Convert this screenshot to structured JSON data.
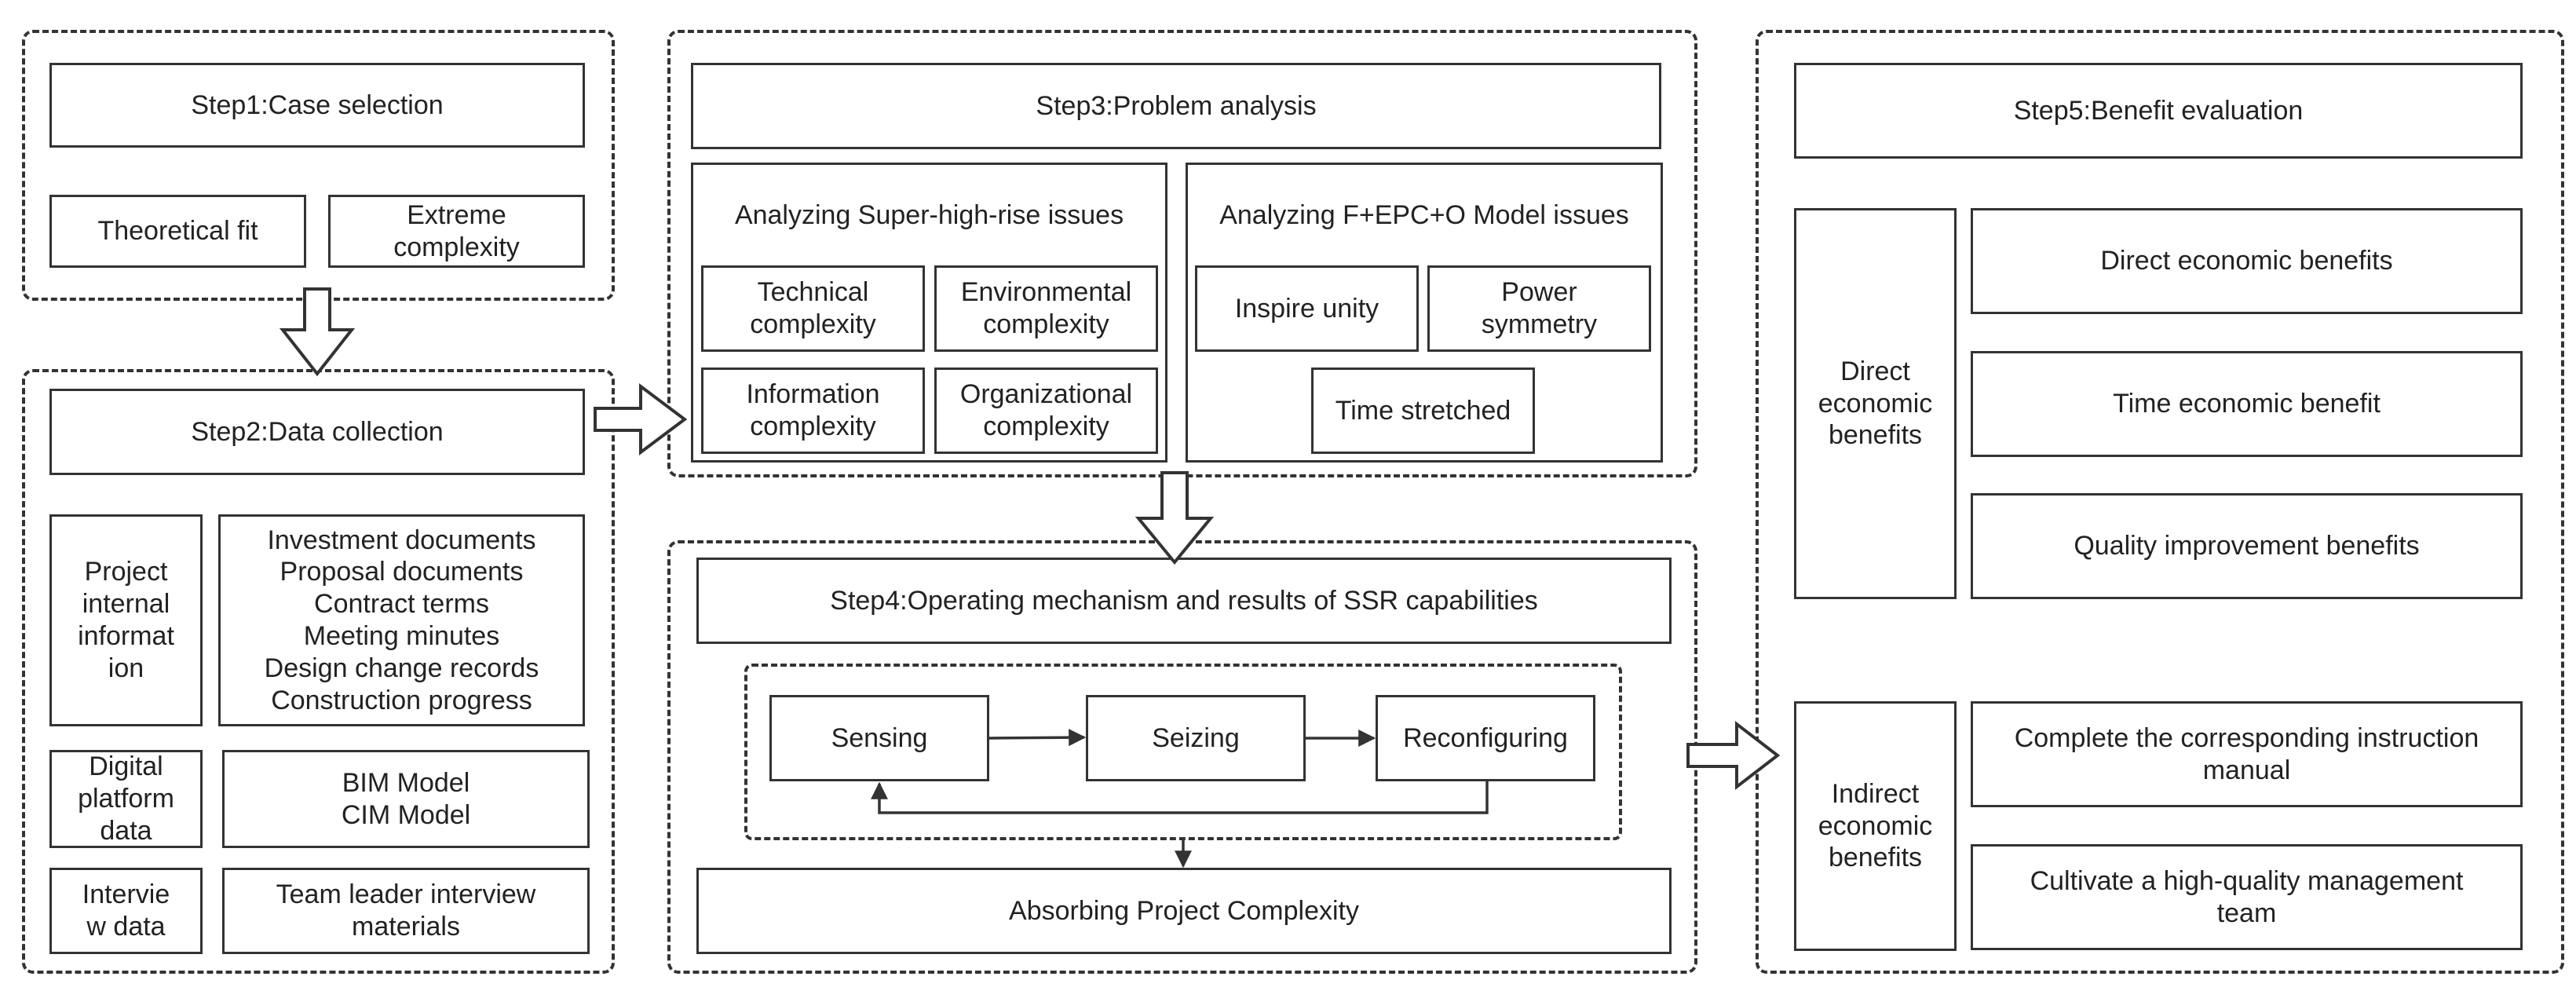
{
  "step1": {
    "title": "Step1:Case selection",
    "items": [
      "Theoretical fit",
      "Extreme\ncomplexity"
    ]
  },
  "step2": {
    "title": "Step2:Data collection",
    "rows": [
      {
        "label": "Project\ninternal\ninformat\nion",
        "content": "Investment documents\nProposal documents\nContract terms\nMeeting minutes\nDesign change records\nConstruction progress"
      },
      {
        "label": "Digital\nplatform\ndata",
        "content": "BIM Model\nCIM Model"
      },
      {
        "label": "Intervie\nw data",
        "content": "Team leader interview\nmaterials"
      }
    ]
  },
  "step3": {
    "title": "Step3:Problem analysis",
    "left": {
      "title": "Analyzing Super-high-rise issues",
      "items": [
        "Technical\ncomplexity",
        "Environmental\ncomplexity",
        "Information\ncomplexity",
        "Organizational\ncomplexity"
      ]
    },
    "right": {
      "title": "Analyzing  F+EPC+O Model issues",
      "items": [
        "Inspire unity",
        "Power\nsymmetry",
        "Time stretched"
      ]
    }
  },
  "step4": {
    "title": "Step4:Operating mechanism and results of SSR capabilities",
    "cycle": [
      "Sensing",
      "Seizing",
      "Reconfiguring"
    ],
    "result": "Absorbing Project Complexity"
  },
  "step5": {
    "title": "Step5:Benefit evaluation",
    "direct": {
      "label": "Direct\neconomic\nbenefits",
      "items": [
        "Direct economic benefits",
        "Time economic benefit",
        "Quality improvement benefits"
      ]
    },
    "indirect": {
      "label": "Indirect\neconomic\nbenefits",
      "items": [
        "Complete the corresponding instruction\nmanual",
        "Cultivate a high-quality management\nteam"
      ]
    }
  }
}
